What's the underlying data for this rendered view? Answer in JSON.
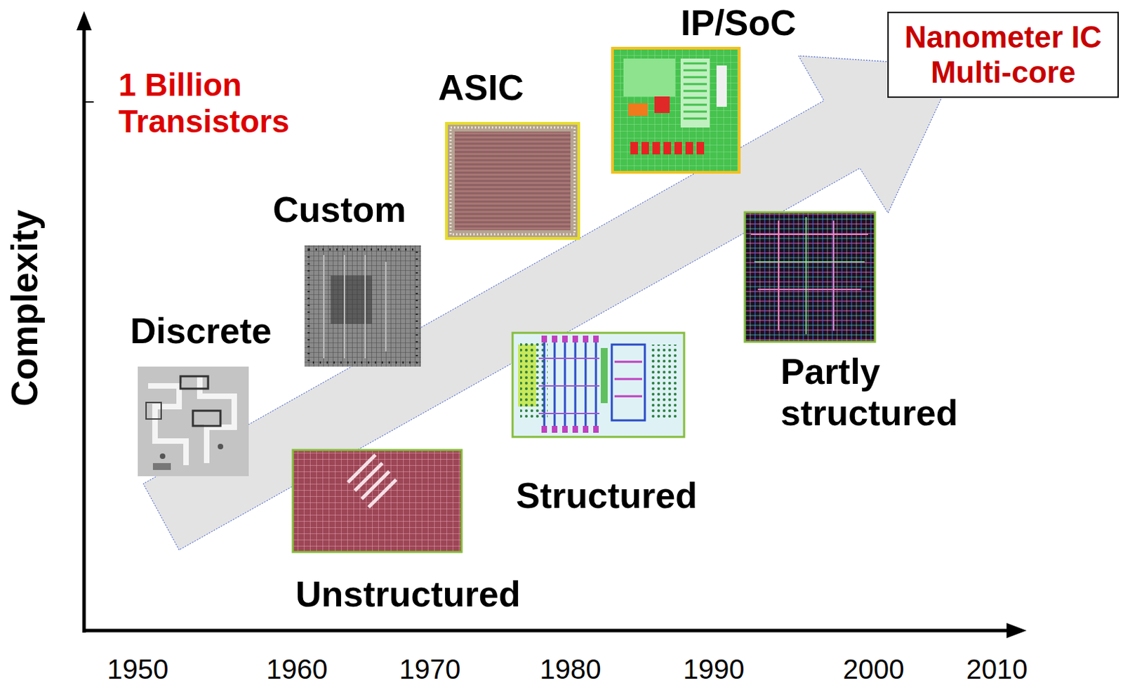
{
  "diagram": {
    "nodes": [
      {
        "text": [
          "IP/SoC"
        ]
      },
      {
        "text": [
          "Nanometer IC Multi-core"
        ]
      },
      {
        "text": [
          "ASIC"
        ]
      },
      {
        "text": [
          "Custom"
        ]
      },
      {
        "text": [
          "Discrete"
        ]
      },
      {
        "text": [
          "Partly structured"
        ]
      },
      {
        "text": [
          "Structured"
        ]
      },
      {
        "text": [
          "Unstructured"
        ]
      }
    ],
    "labels": [
      "1 Billion Transistors",
      "Complexity",
      "1950",
      "1960",
      "1970",
      "1980",
      "1990",
      "2000",
      "2010"
    ]
  }
}
